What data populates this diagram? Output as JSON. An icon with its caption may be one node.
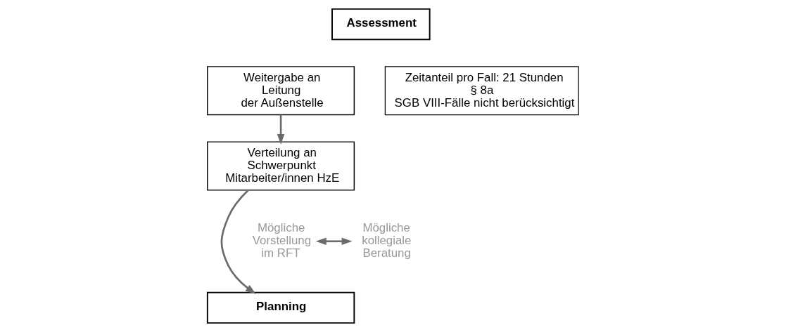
{
  "diagram": {
    "nodes": [
      {
        "text": [
          "Assessment"
        ]
      },
      {
        "text": [
          "Weitergabe an Leitung der Außenstelle"
        ]
      },
      {
        "text": [
          "Verteilung an Schwerpunkt Mitarbeiter/innen HzE"
        ]
      },
      {
        "text": [
          "Planning"
        ]
      },
      {
        "text": [
          "Mögliche Vorstellung im RFT"
        ]
      },
      {
        "text": [
          "Mögliche kollegiale Beratung"
        ]
      },
      {
        "text": [
          "Zeitanteil pro Fall: 21 Stunden",
          "§ 8a SGB VIII-Fälle nicht berücksichtigt"
        ]
      }
    ],
    "edges": [
      {
        "from": 1,
        "to": 2,
        "arrow": "to"
      },
      {
        "from": 2,
        "to": 3,
        "arrow": "to"
      },
      {
        "from": 4,
        "to": 5,
        "arrow": "both"
      }
    ]
  }
}
